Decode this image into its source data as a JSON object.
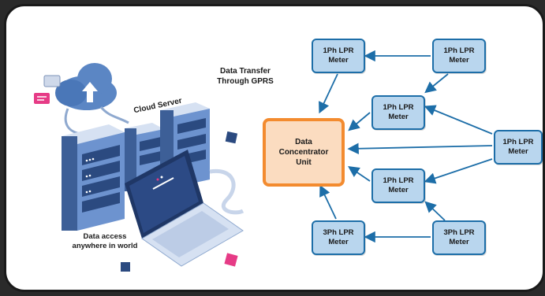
{
  "illustration": {
    "cloud_server_label": "Cloud Server",
    "gprs_label_line1": "Data Transfer",
    "gprs_label_line2": "Through GPRS",
    "access_label_line1": "Data access",
    "access_label_line2": "anywhere in world"
  },
  "dcu": {
    "line1": "Data",
    "line2": "Concentrator",
    "line3": "Unit"
  },
  "meters": [
    {
      "line1": "1Ph LPR",
      "line2": "Meter"
    },
    {
      "line1": "1Ph LPR",
      "line2": "Meter"
    },
    {
      "line1": "1Ph LPR",
      "line2": "Meter"
    },
    {
      "line1": "1Ph LPR",
      "line2": "Meter"
    },
    {
      "line1": "1Ph LPR",
      "line2": "Meter"
    },
    {
      "line1": "3Ph LPR",
      "line2": "Meter"
    },
    {
      "line1": "3Ph LPR",
      "line2": "Meter"
    }
  ],
  "colors": {
    "meter_fill": "#b9d6ee",
    "meter_border": "#1d6ea8",
    "dcu_fill": "#fbdcc0",
    "dcu_border": "#f38b2f",
    "arrow": "#1d6ea8"
  }
}
